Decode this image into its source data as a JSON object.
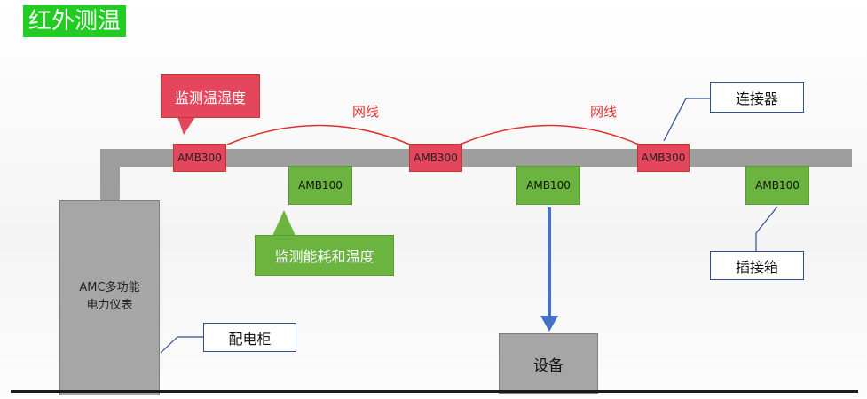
{
  "title": "红外测温",
  "cabinet": {
    "line1": "AMC多功能",
    "line2": "电力仪表"
  },
  "meters": {
    "amb300_1": "AMB300",
    "amb300_2": "AMB300",
    "amb300_3": "AMB300",
    "amb100_1": "AMB100",
    "amb100_2": "AMB100",
    "amb100_3": "AMB100"
  },
  "labels": {
    "monitor_temp_humidity": "监测温湿度",
    "monitor_energy_temp": "监测能耗和温度",
    "network_cable_1": "网线",
    "network_cable_2": "网线",
    "connector": "连接器",
    "power_box": "插接箱",
    "distribution_cabinet": "配电柜",
    "equipment": "设备"
  },
  "colors": {
    "title_bg": "#22cc22",
    "amb300": "#e4465d",
    "amb100": "#6ab43f",
    "busbar": "#9d9d9d",
    "wire": "#e03030",
    "arrow": "#4472c4",
    "callout_border": "#2f4f8f"
  }
}
